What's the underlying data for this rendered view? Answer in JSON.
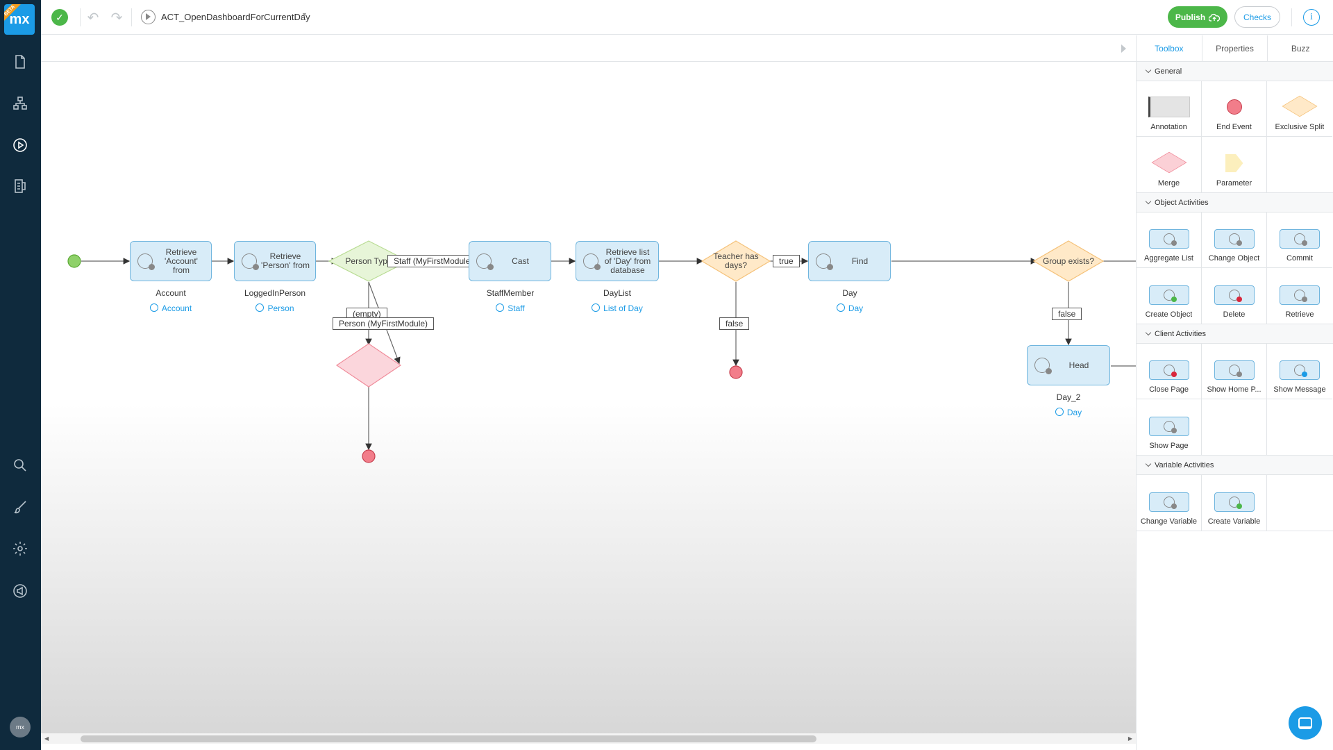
{
  "app": {
    "logo": "mx",
    "beta": "BETA",
    "avatar": "mx"
  },
  "topbar": {
    "document_title": "ACT_OpenDashboardForCurrentDay",
    "publish_label": "Publish",
    "checks_label": "Checks",
    "info_label": "i"
  },
  "flow": {
    "nodes": {
      "retrieve_account": {
        "text": "Retrieve 'Account' from",
        "caption": "Account",
        "entity": "Account"
      },
      "retrieve_person": {
        "text": "Retrieve 'Person' from",
        "caption": "LoggedInPerson",
        "entity": "Person"
      },
      "person_type": {
        "text": "Person Type"
      },
      "cast": {
        "text": "Cast",
        "caption": "StaffMember",
        "entity": "Staff"
      },
      "retrieve_daylist": {
        "text": "Retrieve list of 'Day' from database",
        "caption": "DayList",
        "entity": "List of Day"
      },
      "teacher_has_days": {
        "text": "Teacher has days?"
      },
      "find": {
        "text": "Find",
        "caption": "Day",
        "entity": "Day"
      },
      "group_exists": {
        "text": "Group exists?"
      },
      "head": {
        "text": "Head",
        "caption": "Day_2",
        "entity": "Day"
      }
    },
    "edge_labels": {
      "staff": "Staff (MyFirstModule)",
      "empty": "(empty)",
      "person": "Person (MyFirstModule)",
      "true": "true",
      "false_teacher": "false",
      "false_group": "false"
    }
  },
  "panel": {
    "tabs": [
      "Toolbox",
      "Properties",
      "Buzz"
    ],
    "sections": {
      "general": "General",
      "object_activities": "Object Activities",
      "client_activities": "Client Activities",
      "variable_activities": "Variable Activities"
    },
    "tools": {
      "annotation": "Annotation",
      "end_event": "End Event",
      "exclusive_split": "Exclusive Split",
      "merge": "Merge",
      "parameter": "Parameter",
      "aggregate_list": "Aggregate List",
      "change_object": "Change Object",
      "commit": "Commit",
      "create_object": "Create Object",
      "delete": "Delete",
      "retrieve": "Retrieve",
      "close_page": "Close Page",
      "show_home_page": "Show Home P...",
      "show_message": "Show Message",
      "show_page": "Show Page",
      "change_variable": "Change Variable",
      "create_variable": "Create Variable"
    }
  },
  "colors": {
    "accent": "#1b9be6",
    "success": "#4cb749",
    "nav_bg": "#0f2a3d",
    "activity_fill": "#d8ecf8",
    "activity_border": "#6fb5de",
    "split_fill": "#ffe9c8",
    "merge_fill": "#fbd0d6",
    "end_event": "#f27d8a",
    "start_event": "#8fd16a"
  }
}
